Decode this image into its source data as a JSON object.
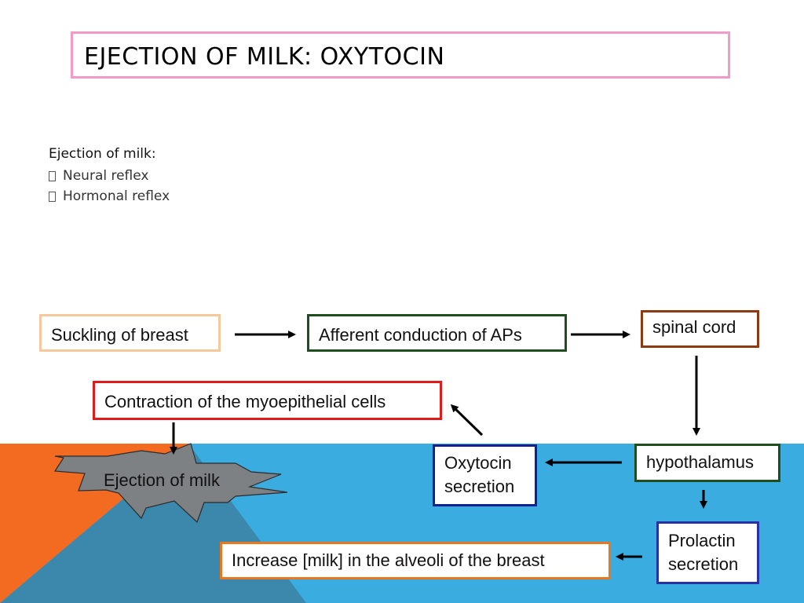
{
  "title": "EJECTION OF MILK: OXYTOCIN",
  "intro": {
    "heading": "Ejection of milk:",
    "bullets": [
      "Neural reflex",
      "Hormonal reflex"
    ]
  },
  "nodes": {
    "suckling": "Suckling of breast",
    "afferent": "Afferent conduction of APs",
    "spinal_cord": "spinal cord",
    "hypothalamus": "hypothalamus",
    "oxytocin": [
      "Oxytocin",
      "secretion"
    ],
    "prolactin": [
      "Prolactin",
      "secretion"
    ],
    "contraction": "Contraction of the myoepithelial cells",
    "increase": "Increase [milk] in the alveoli of the breast",
    "ejection": "Ejection of milk"
  },
  "colors": {
    "title_border": "#f49ac9",
    "suckling_border": "#f7c89b",
    "afferent_border": "#1f4d1f",
    "spinal_cord_border": "#8b3a12",
    "hypothalamus_border": "#1f4d1f",
    "oxytocin_border": "#12218f",
    "prolactin_border": "#2633a8",
    "contraction_border": "#e01b1b",
    "increase_border": "#e87722",
    "background_blue": "#3aace0",
    "background_orange": "#f36b21",
    "background_triangle": "#3b88ac",
    "starburst_fill": "#7e8184"
  },
  "icons": [
    "arrow-right-icon",
    "arrow-down-icon",
    "arrow-left-icon",
    "arrow-up-left-icon",
    "starburst-icon"
  ]
}
